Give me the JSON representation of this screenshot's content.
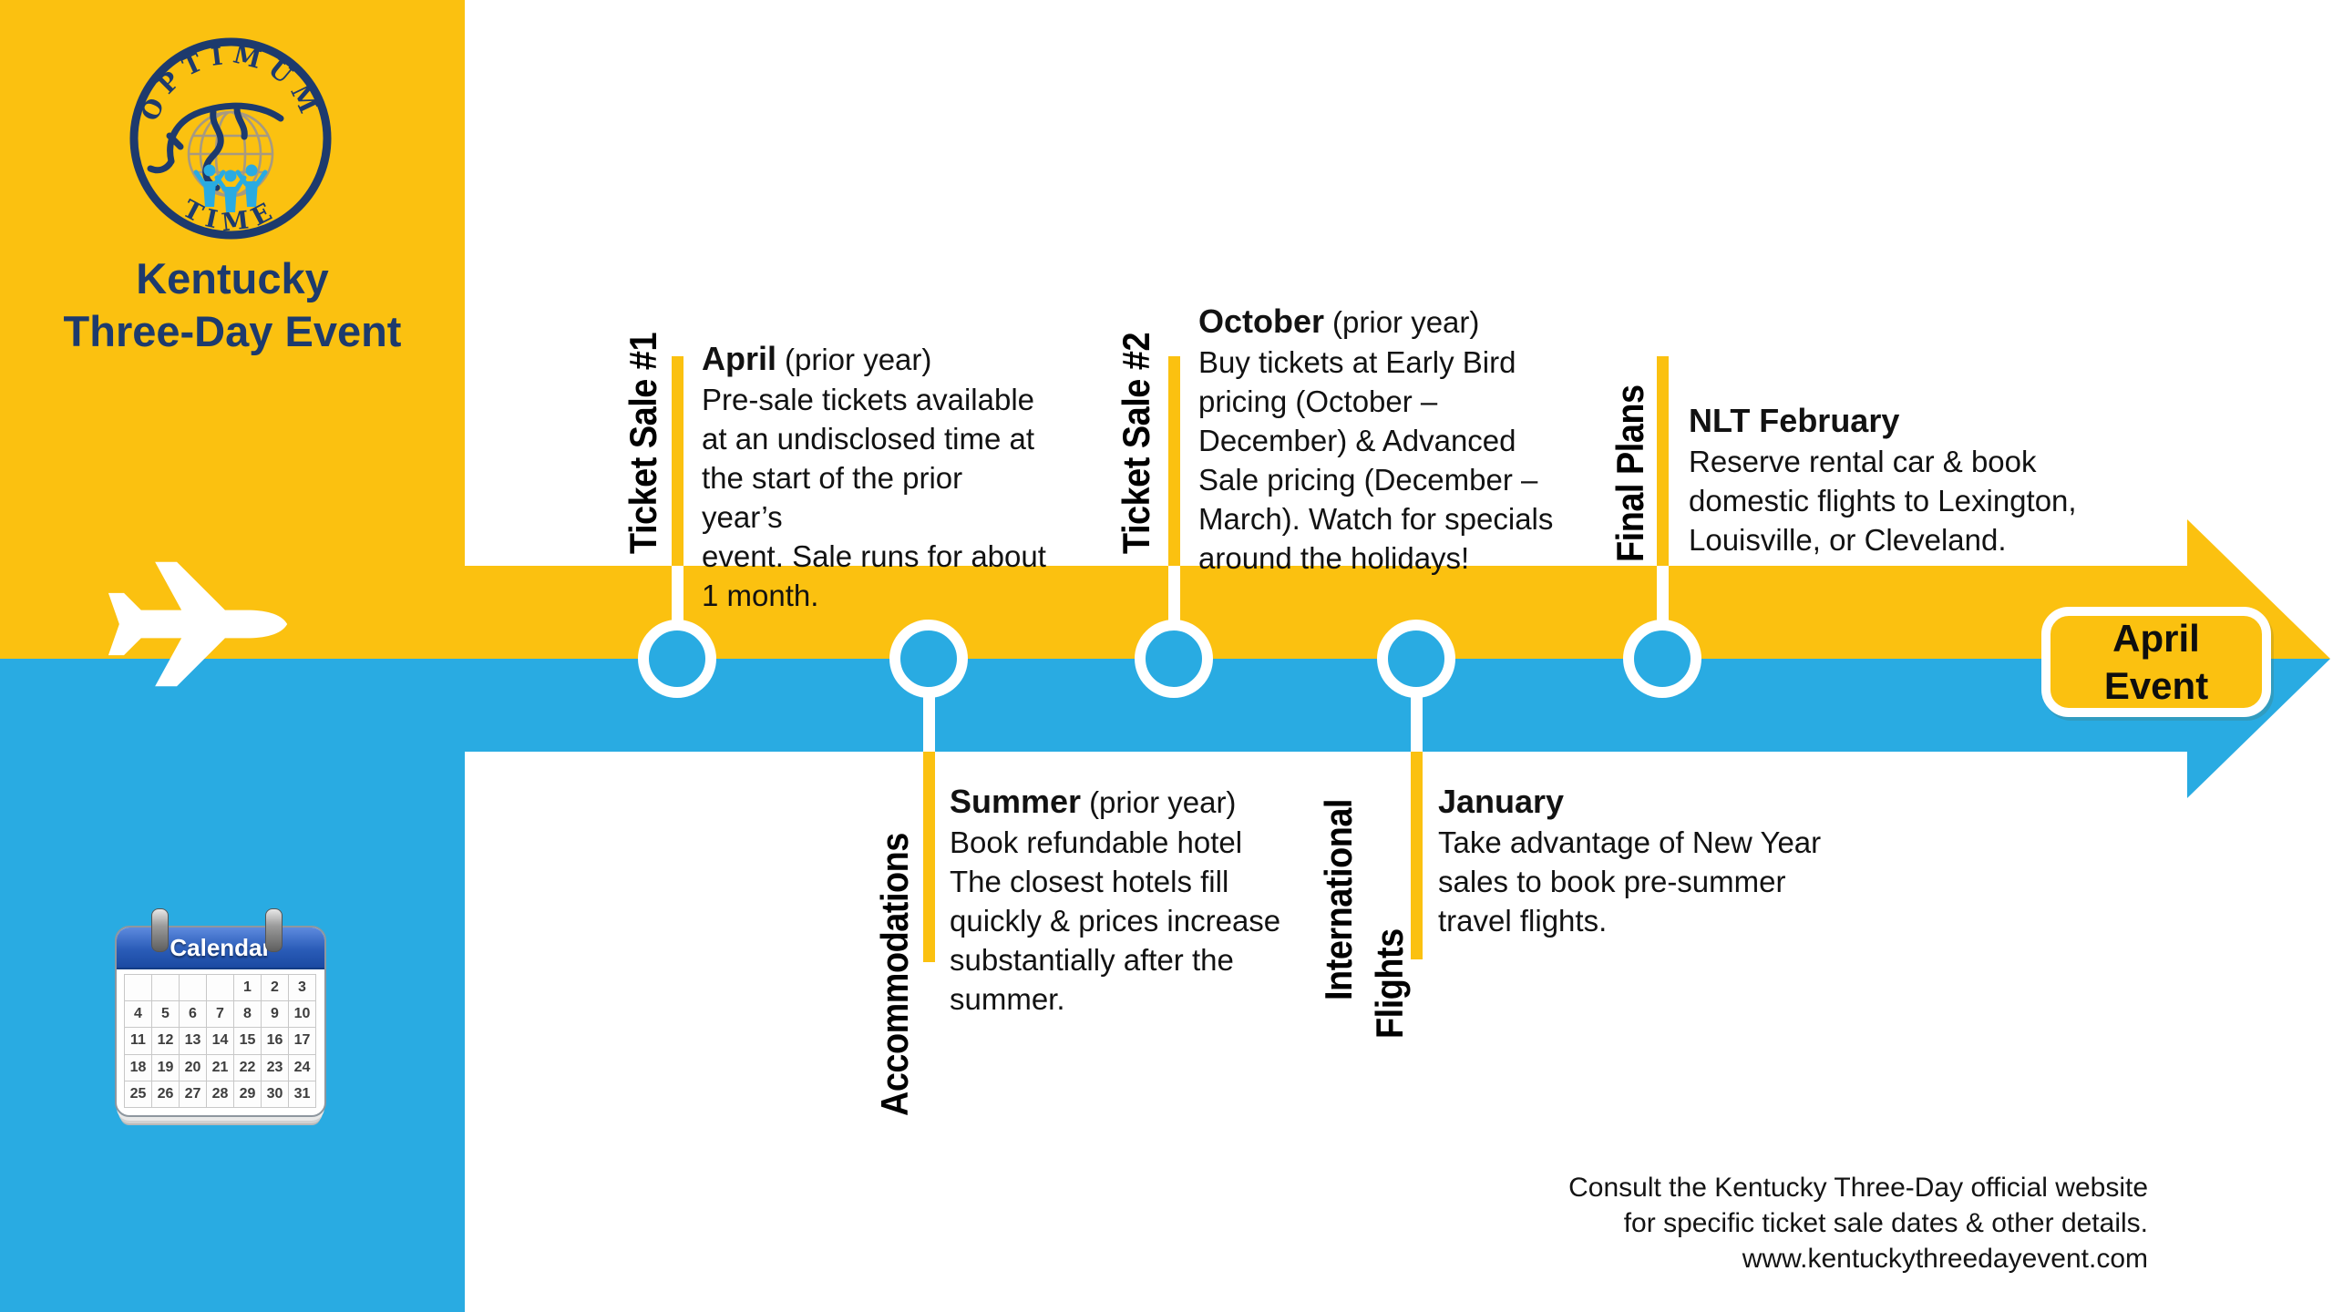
{
  "colors": {
    "accent_yellow": "#FBC110",
    "accent_blue": "#29ABE2",
    "navy": "#1D3A6D",
    "text_black": "#121212"
  },
  "sidebar": {
    "logo": {
      "arc_top": "OPTIMUM",
      "arc_bottom": "TIME"
    },
    "title_line1": "Kentucky",
    "title_line2": "Three-Day Event",
    "calendar": {
      "title": "Calendar",
      "grid": [
        [
          "",
          "",
          "",
          "",
          "1",
          "2",
          "3"
        ],
        [
          "4",
          "5",
          "6",
          "7",
          "8",
          "9",
          "10"
        ],
        [
          "11",
          "12",
          "13",
          "14",
          "15",
          "16",
          "17"
        ],
        [
          "18",
          "19",
          "20",
          "21",
          "22",
          "23",
          "24"
        ],
        [
          "25",
          "26",
          "27",
          "28",
          "29",
          "30",
          "31"
        ]
      ]
    }
  },
  "timeline": {
    "milestones": [
      {
        "label_lines": [
          "Ticket Sale #1"
        ],
        "heading": "April",
        "heading_note": "(prior year)",
        "body": "Pre-sale tickets available\nat an undisclosed time at\nthe start of the prior year’s\nevent. Sale runs for about\n1 month."
      },
      {
        "label_lines": [
          "Accommodations"
        ],
        "heading": "Summer",
        "heading_note": "(prior year)",
        "body": "Book refundable hotel\nThe closest hotels fill\nquickly & prices increase\nsubstantially after the\nsummer."
      },
      {
        "label_lines": [
          "Ticket Sale #2"
        ],
        "heading": "October",
        "heading_note": "(prior year)",
        "body": "Buy tickets at Early Bird\npricing (October –\nDecember) & Advanced\nSale pricing (December –\nMarch). Watch for specials\naround the holidays!"
      },
      {
        "label_lines": [
          "International",
          "Flights"
        ],
        "heading": "January",
        "heading_note": "",
        "body": "Take advantage of New Year\nsales to book pre-summer\ntravel flights."
      },
      {
        "label_lines": [
          "Final Plans"
        ],
        "heading": "NLT February",
        "heading_note": "",
        "body": "Reserve rental car & book\ndomestic flights to Lexington,\nLouisville, or Cleveland."
      }
    ],
    "end_badge": {
      "line1": "April",
      "line2": "Event"
    }
  },
  "footer": {
    "lines": [
      "Consult the Kentucky Three-Day official website",
      "for specific ticket sale dates & other details.",
      "www.kentuckythreedayevent.com"
    ]
  }
}
